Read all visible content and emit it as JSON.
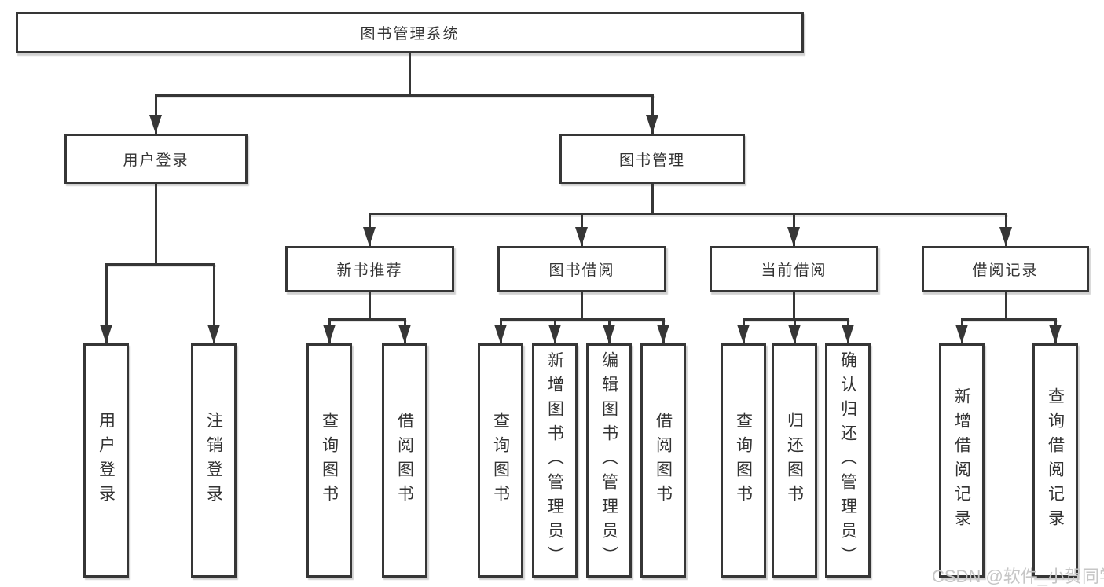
{
  "root": {
    "label": "图书管理系统"
  },
  "level2": [
    {
      "label": "用户登录"
    },
    {
      "label": "图书管理"
    }
  ],
  "level3": [
    {
      "label": "新书推荐"
    },
    {
      "label": "图书借阅"
    },
    {
      "label": "当前借阅"
    },
    {
      "label": "借阅记录"
    }
  ],
  "leaves": {
    "login": [
      {
        "label": "用户登录"
      },
      {
        "label": "注销登录"
      }
    ],
    "new_book": [
      {
        "label": "查询图书"
      },
      {
        "label": "借阅图书"
      }
    ],
    "borrow": [
      {
        "label": "查询图书"
      },
      {
        "label": "新增图书（管理员）"
      },
      {
        "label": "编辑图书（管理员）"
      },
      {
        "label": "借阅图书"
      }
    ],
    "current": [
      {
        "label": "查询图书"
      },
      {
        "label": "归还图书"
      },
      {
        "label": "确认归还（管理员）"
      }
    ],
    "records": [
      {
        "label": "新增借阅记录"
      },
      {
        "label": "查询借阅记录"
      }
    ]
  },
  "watermark": {
    "text": "CSDN @软件_小贺同学"
  },
  "colors": {
    "line": "#363636",
    "text": "#333333",
    "watermark": "#c6c6c6",
    "bg": "#ffffff"
  }
}
